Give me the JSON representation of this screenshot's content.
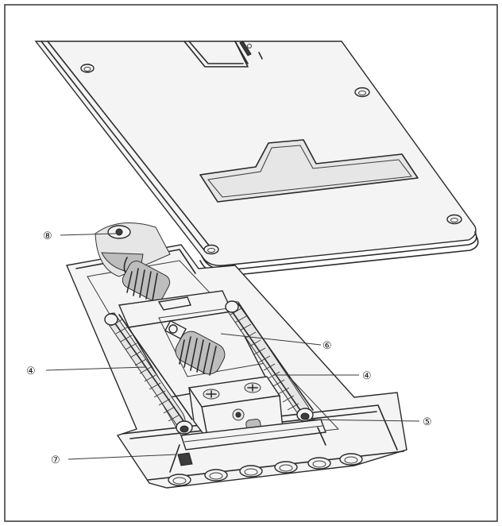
{
  "callouts": [
    {
      "id": "c8",
      "label": "⑧"
    },
    {
      "id": "c6",
      "label": "⑥"
    },
    {
      "id": "c4l",
      "label": "④"
    },
    {
      "id": "c4r",
      "label": "④"
    },
    {
      "id": "c5",
      "label": "⑤"
    },
    {
      "id": "c7",
      "label": "⑦"
    }
  ],
  "colors": {
    "stroke": "#2a2a2a",
    "background": "#ffffff"
  }
}
